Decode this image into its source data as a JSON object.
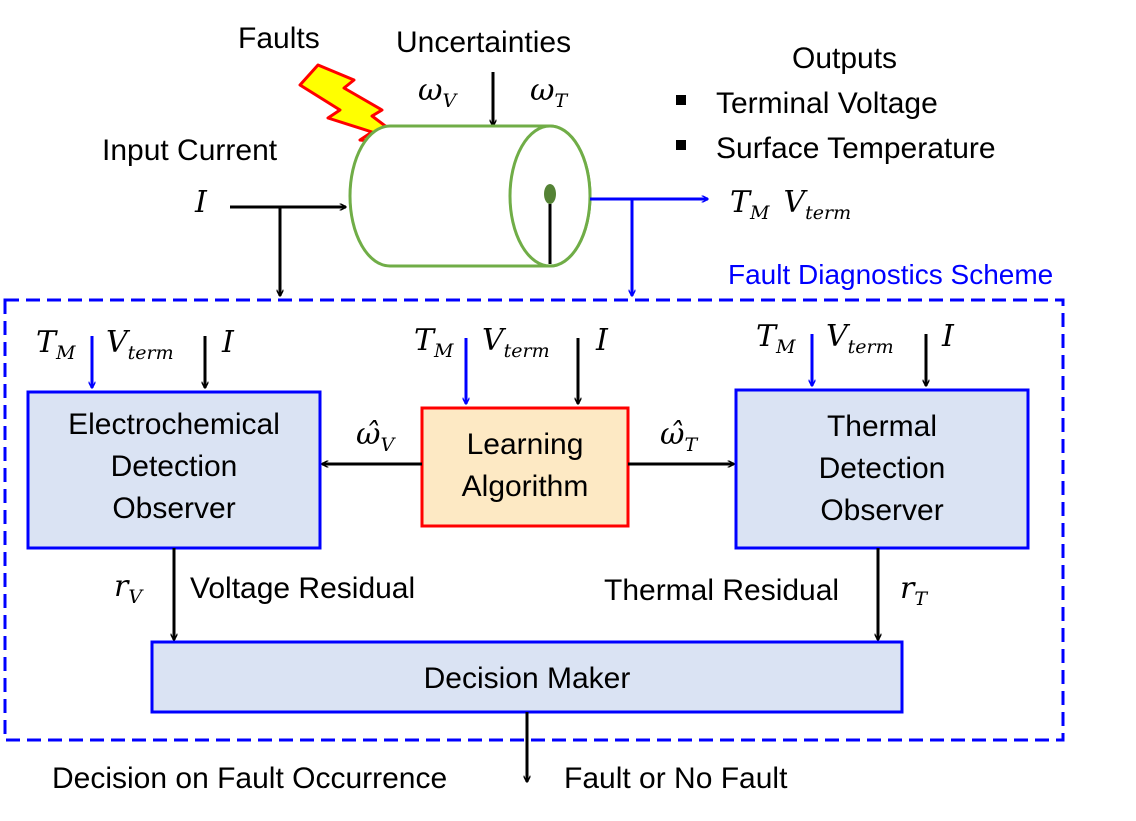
{
  "faults_label": "Faults",
  "uncertainties": {
    "label": "Uncertainties",
    "omega": "ω",
    "sub_v": "V",
    "sub_t": "T"
  },
  "input": {
    "label": "Input Current",
    "symbol": "I"
  },
  "outputs": {
    "title": "Outputs",
    "items": [
      "Terminal Voltage",
      "Surface Temperature"
    ],
    "tm": "T",
    "tm_sub": "M",
    "vterm": "V",
    "vterm_sub": "term"
  },
  "scheme": {
    "title": "Fault Diagnostics Scheme",
    "inputs": {
      "tm": "T",
      "tm_sub": "M",
      "v": "V",
      "v_sub": "term",
      "i": "I"
    },
    "electrochemical_observer": [
      "Electrochemical",
      "Detection",
      "Observer"
    ],
    "learning_algorithm": [
      "Learning",
      "Algorithm"
    ],
    "thermal_observer": [
      "Thermal",
      "Detection",
      "Observer"
    ],
    "omega_hat": "ω̂",
    "omega_hat_v_sub": "V",
    "omega_hat_t_sub": "T",
    "r": "r",
    "r_v_sub": "V",
    "r_t_sub": "T",
    "voltage_residual": "Voltage Residual",
    "thermal_residual": "Thermal Residual",
    "decision_maker": "Decision Maker"
  },
  "decision": {
    "left": "Decision on Fault Occurrence",
    "right": "Fault or No Fault"
  },
  "colors": {
    "blue": "#0000ff",
    "box_fill": "#dae3f3",
    "learning_fill": "#fde9c4",
    "learning_border": "#ff0000",
    "cell_green": "#70ad47",
    "lightning_fill": "#ffff00",
    "lightning_stroke": "#ff0000"
  }
}
